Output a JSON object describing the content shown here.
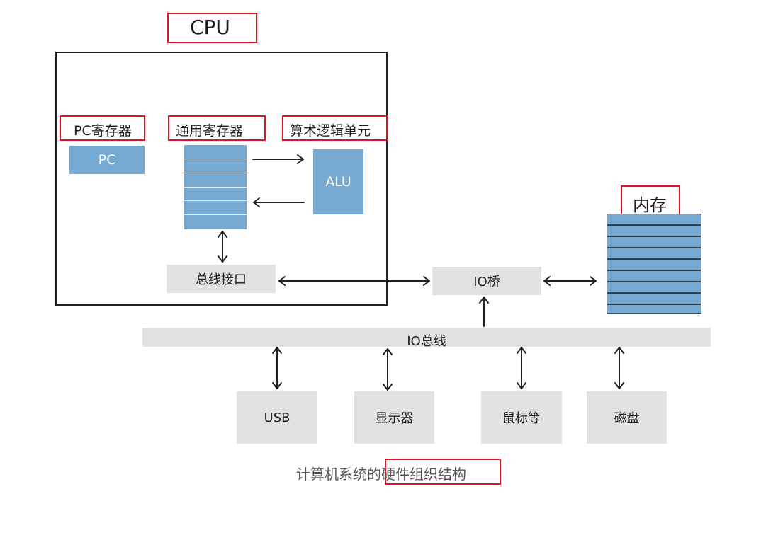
{
  "diagram": {
    "cpu": {
      "title": "CPU"
    },
    "pc_register": {
      "label": "PC寄存器",
      "box_text": "PC"
    },
    "general_registers": {
      "label": "通用寄存器",
      "row_count": 6
    },
    "alu": {
      "label": "算术逻辑单元",
      "box_text": "ALU"
    },
    "bus_interface": {
      "label": "总线接口"
    },
    "io_bridge": {
      "label": "IO桥"
    },
    "memory": {
      "label": "内存",
      "row_count": 9
    },
    "io_bus": {
      "label": "IO总线"
    },
    "devices": [
      {
        "label": "USB"
      },
      {
        "label": "显示器"
      },
      {
        "label": "鼠标等"
      },
      {
        "label": "磁盘"
      }
    ],
    "caption": {
      "prefix": "计算机系统的",
      "highlight": "硬件组织结构"
    }
  },
  "colors": {
    "highlight_border": "#e0141e",
    "component_blue": "#76a9d1",
    "component_grey": "#e2e2e2"
  }
}
